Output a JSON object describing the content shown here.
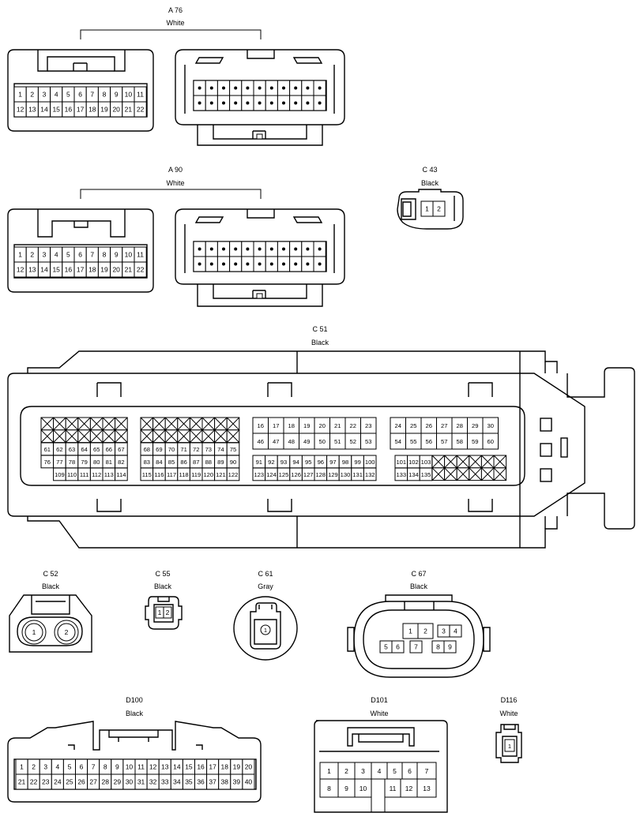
{
  "connectors": [
    {
      "id": "a76",
      "name": "A 76",
      "color": "White"
    },
    {
      "id": "a90",
      "name": "A 90",
      "color": "White"
    },
    {
      "id": "c43",
      "name": "C 43",
      "color": "Black"
    },
    {
      "id": "c51",
      "name": "C 51",
      "color": "Black"
    },
    {
      "id": "c52",
      "name": "C 52",
      "color": "Black"
    },
    {
      "id": "c55",
      "name": "C 55",
      "color": "Black"
    },
    {
      "id": "c61",
      "name": "C 61",
      "color": "Gray"
    },
    {
      "id": "c67",
      "name": "C 67",
      "color": "Black"
    },
    {
      "id": "d100",
      "name": "D100",
      "color": "Black"
    },
    {
      "id": "d101",
      "name": "D101",
      "color": "White"
    },
    {
      "id": "d116",
      "name": "D116",
      "color": "White"
    }
  ],
  "pins": {
    "a76_top": [
      "1",
      "2",
      "3",
      "4",
      "5",
      "6",
      "7",
      "8",
      "9",
      "10",
      "11"
    ],
    "a76_bottom": [
      "12",
      "13",
      "14",
      "15",
      "16",
      "17",
      "18",
      "19",
      "20",
      "21",
      "22"
    ],
    "a90_top": [
      "1",
      "2",
      "3",
      "4",
      "5",
      "6",
      "7",
      "8",
      "9",
      "10",
      "11"
    ],
    "a90_bottom": [
      "12",
      "13",
      "14",
      "15",
      "16",
      "17",
      "18",
      "19",
      "20",
      "21",
      "22"
    ],
    "c43": [
      "1",
      "2"
    ],
    "c51_g1_row3": [
      "61",
      "62",
      "63",
      "64",
      "65",
      "66",
      "67"
    ],
    "c51_g1_row4": [
      "76",
      "77",
      "78",
      "79",
      "80",
      "81",
      "82"
    ],
    "c51_g1_row5": [
      "109",
      "110",
      "111",
      "112",
      "113",
      "114"
    ],
    "c51_g2_row3": [
      "68",
      "69",
      "70",
      "71",
      "72",
      "73",
      "74",
      "75"
    ],
    "c51_g2_row4": [
      "83",
      "84",
      "85",
      "86",
      "87",
      "88",
      "89",
      "90"
    ],
    "c51_g2_row5": [
      "115",
      "116",
      "117",
      "118",
      "119",
      "120",
      "121",
      "122"
    ],
    "c51_g3_row1": [
      "16",
      "17",
      "18",
      "19",
      "20",
      "21",
      "22",
      "23"
    ],
    "c51_g3_row2": [
      "46",
      "47",
      "48",
      "49",
      "50",
      "51",
      "52",
      "53"
    ],
    "c51_g3_row4": [
      "91",
      "92",
      "93",
      "94",
      "95",
      "96",
      "97",
      "98",
      "99",
      "100"
    ],
    "c51_g3_row5": [
      "123",
      "124",
      "125",
      "126",
      "127",
      "128",
      "129",
      "130",
      "131",
      "132"
    ],
    "c51_g4_row1": [
      "24",
      "25",
      "26",
      "27",
      "28",
      "29",
      "30"
    ],
    "c51_g4_row2": [
      "54",
      "55",
      "56",
      "57",
      "58",
      "59",
      "60"
    ],
    "c51_g4_row4": [
      "101",
      "102",
      "103"
    ],
    "c51_g4_row5": [
      "133",
      "134",
      "135"
    ],
    "c52": [
      "1",
      "2"
    ],
    "c55": [
      "1",
      "2"
    ],
    "c61": [
      "1"
    ],
    "c67_row1": [
      "1",
      "2",
      "3",
      "4"
    ],
    "c67_row2": [
      "5",
      "6",
      "7",
      "8",
      "9"
    ],
    "d100_top": [
      "1",
      "2",
      "3",
      "4",
      "5",
      "6",
      "7",
      "8",
      "9",
      "10",
      "11",
      "12",
      "13",
      "14",
      "15",
      "16",
      "17",
      "18",
      "19",
      "20"
    ],
    "d100_bottom": [
      "21",
      "22",
      "23",
      "24",
      "25",
      "26",
      "27",
      "28",
      "29",
      "30",
      "31",
      "32",
      "33",
      "34",
      "35",
      "36",
      "37",
      "38",
      "39",
      "40"
    ],
    "d101_top": [
      "1",
      "2",
      "3",
      "4",
      "5",
      "6",
      "7"
    ],
    "d101_bottom": [
      "8",
      "9",
      "10",
      "11",
      "12",
      "13"
    ],
    "d116": [
      "1"
    ]
  }
}
